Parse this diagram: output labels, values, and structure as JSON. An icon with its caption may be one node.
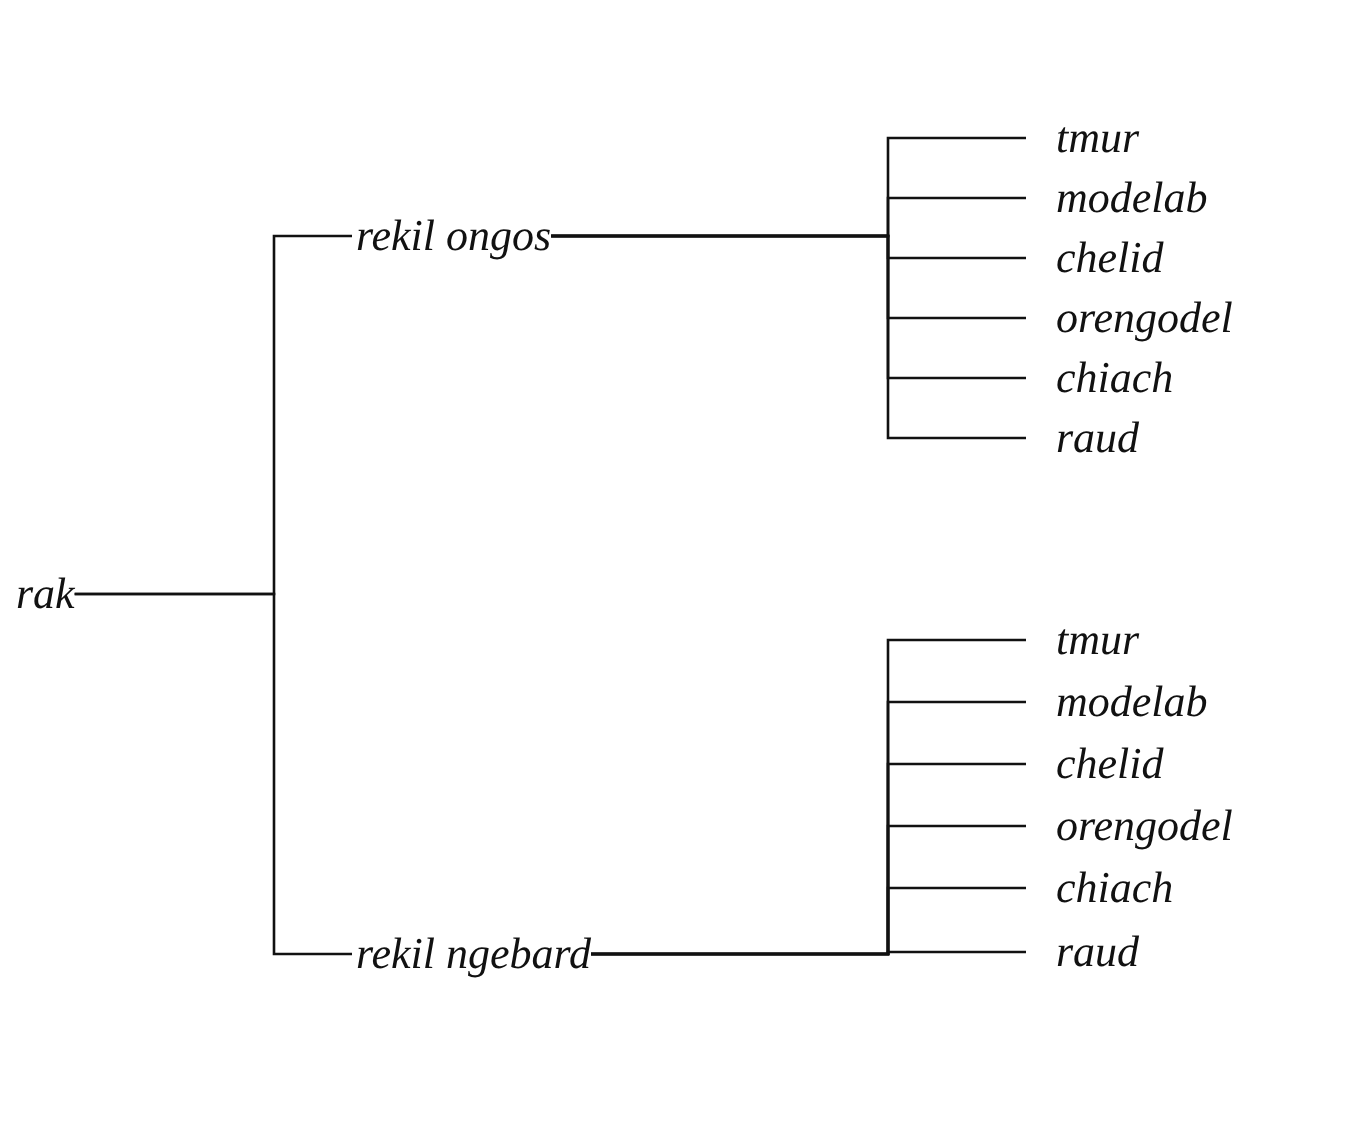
{
  "diagram": {
    "nodes": [
      {
        "text": [
          "rak"
        ]
      },
      {
        "text": [
          "rekil ongos"
        ]
      },
      {
        "text": [
          "tmur"
        ]
      },
      {
        "text": [
          "modelab"
        ]
      },
      {
        "text": [
          "chelid"
        ]
      },
      {
        "text": [
          "orengodel"
        ]
      },
      {
        "text": [
          "chiach"
        ]
      },
      {
        "text": [
          "raud"
        ]
      },
      {
        "text": [
          "rekil ngebard"
        ]
      },
      {
        "text": [
          "tmur"
        ]
      },
      {
        "text": [
          "modelab"
        ]
      },
      {
        "text": [
          "chelid"
        ]
      },
      {
        "text": [
          "orengodel"
        ]
      },
      {
        "text": [
          "chiach"
        ]
      },
      {
        "text": [
          "raud"
        ]
      }
    ],
    "edges": [
      {
        "from": 0,
        "to": 1,
        "arrow": "none"
      },
      {
        "from": 0,
        "to": 8,
        "arrow": "none"
      },
      {
        "from": 1,
        "to": 2,
        "arrow": "none"
      },
      {
        "from": 1,
        "to": 3,
        "arrow": "none"
      },
      {
        "from": 1,
        "to": 4,
        "arrow": "none"
      },
      {
        "from": 1,
        "to": 5,
        "arrow": "none"
      },
      {
        "from": 1,
        "to": 6,
        "arrow": "none"
      },
      {
        "from": 1,
        "to": 7,
        "arrow": "none"
      },
      {
        "from": 8,
        "to": 9,
        "arrow": "none"
      },
      {
        "from": 8,
        "to": 10,
        "arrow": "none"
      },
      {
        "from": 8,
        "to": 11,
        "arrow": "none"
      },
      {
        "from": 8,
        "to": 12,
        "arrow": "none"
      },
      {
        "from": 8,
        "to": 13,
        "arrow": "none"
      },
      {
        "from": 8,
        "to": 14,
        "arrow": "none"
      }
    ]
  }
}
